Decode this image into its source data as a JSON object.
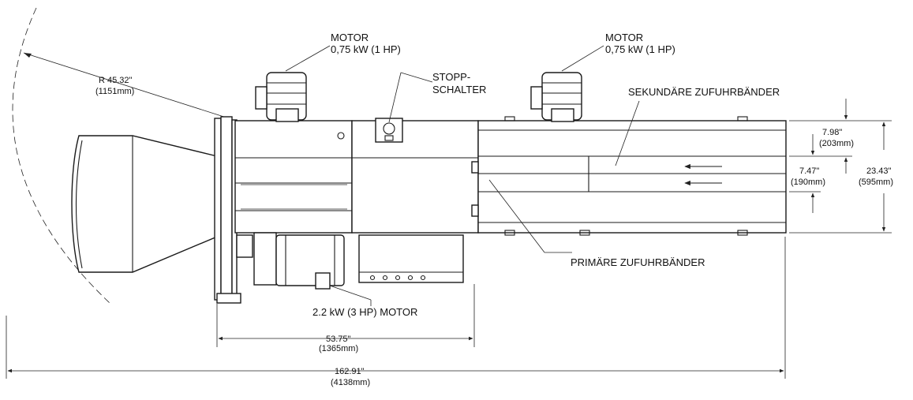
{
  "labels": {
    "motor_left_l1": "MOTOR",
    "motor_left_l2": "0,75 kW (1 HP)",
    "motor_right_l1": "MOTOR",
    "motor_right_l2": "0,75 kW (1 HP)",
    "stop_l1": "STOPP-",
    "stop_l2": "SCHALTER",
    "secondary": "SEKUNDÄRE ZUFUHRBÄNDER",
    "primary": "PRIMÄRE ZUFUHRBÄNDER",
    "big_motor": "2.2 kW (3 HP) MOTOR"
  },
  "dimensions": {
    "radius_in": "R 45.32\"",
    "radius_mm": "(1151mm)",
    "d1_in": "7.98\"",
    "d1_mm": "(203mm)",
    "d2_in": "7.47\"",
    "d2_mm": "(190mm)",
    "d3_in": "23.43\"",
    "d3_mm": "(595mm)",
    "d4_in": "53.75\"",
    "d4_mm": "(1365mm)",
    "d5_in": "162.91\"",
    "d5_mm": "(4138mm)"
  }
}
